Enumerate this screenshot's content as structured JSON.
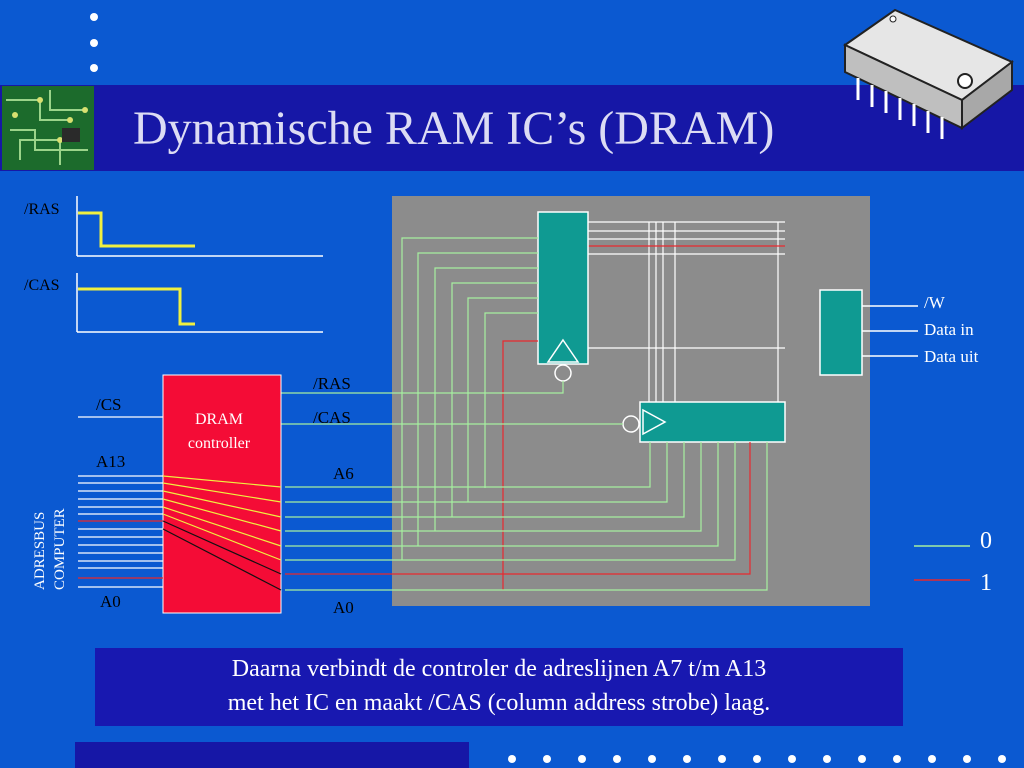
{
  "slide": {
    "title": "Dynamische RAM IC’s (DRAM)",
    "caption_line1": "Daarna verbindt de controler de adreslijnen A7 t/m A13",
    "caption_line2": "met het IC en maakt /CAS (column address strobe) laag."
  },
  "timing": {
    "ras_label": "/RAS",
    "cas_label": "/CAS"
  },
  "controller": {
    "name_line1": "DRAM",
    "name_line2": "controller",
    "cs_label": "/CS",
    "a13_label": "A13",
    "a0_label": "A0",
    "bus_label_line1": "ADRESBUS",
    "bus_label_line2": "COMPUTER",
    "out_ras_label": "/RAS",
    "out_cas_label": "/CAS",
    "out_a6_label": "A6",
    "out_a0_label": "A0"
  },
  "chip": {
    "w_label": "/W",
    "data_in_label": "Data in",
    "data_out_label": "Data uit"
  },
  "legend": {
    "zero_label": "0",
    "one_label": "1"
  },
  "colors": {
    "background": "#0b59d1",
    "title_bar": "#1617a6",
    "signal_low": "#a6f0a0",
    "signal_high": "#e8282e",
    "timing_active": "#f0f040",
    "controller": "#f40c36",
    "decoder": "#0f9a92",
    "memory_array": "#8c8c8c"
  },
  "icons": [
    "circuit-board-icon",
    "ic-chip-icon"
  ]
}
